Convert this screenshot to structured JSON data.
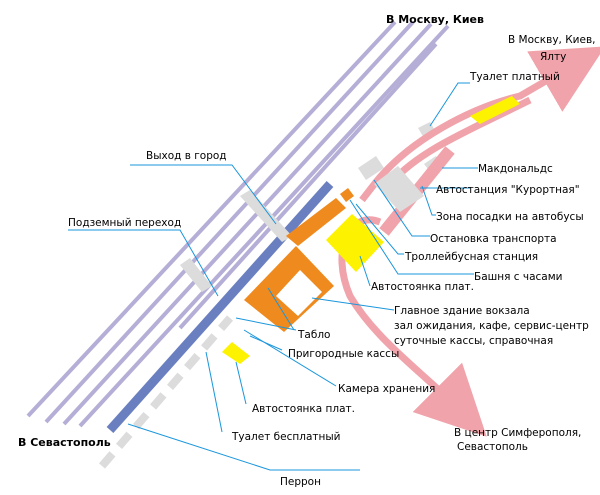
{
  "colors": {
    "track": "#b5aed6",
    "platform": "#6a7fbf",
    "station": "#ef8a1e",
    "parking": "#fdf200",
    "route": "#f0a3aa",
    "structure": "#dcdcdc",
    "leader": "#1a96dc"
  },
  "directions": {
    "moscow_kiev_top": "В Москву, Киев",
    "moscow_kiev_yalta_1": "В Москву, Киев,",
    "moscow_kiev_yalta_2": "Ялту",
    "sevastopol": "В Севастополь",
    "center_1": "В центр Симферополя,",
    "center_2": "Севастополь"
  },
  "labels": {
    "exit_to_city": "Выход в город",
    "underpass": "Подземный переход",
    "toilet_paid": "Туалет платный",
    "mcdonalds": "Макдональдс",
    "bus_station": "Автостанция \"Курортная\"",
    "bus_boarding": "Зона посадки на автобусы",
    "transport_stop": "Остановка транспорта",
    "trolleybus_station": "Троллейбусная станция",
    "clock_tower": "Башня с часами",
    "parking_paid_1": "Автостоянка плат.",
    "main_building_1": "Главное здание вокзала",
    "main_building_2": "зал ожидания, кафе, сервис-центр",
    "main_building_3": "суточные кассы, справочная",
    "board": "Табло",
    "suburban_cashiers": "Пригородные кассы",
    "luggage_storage": "Камера хранения",
    "parking_paid_2": "Автостоянка плат.",
    "toilet_free": "Туалет бесплатный",
    "platform": "Перрон"
  }
}
